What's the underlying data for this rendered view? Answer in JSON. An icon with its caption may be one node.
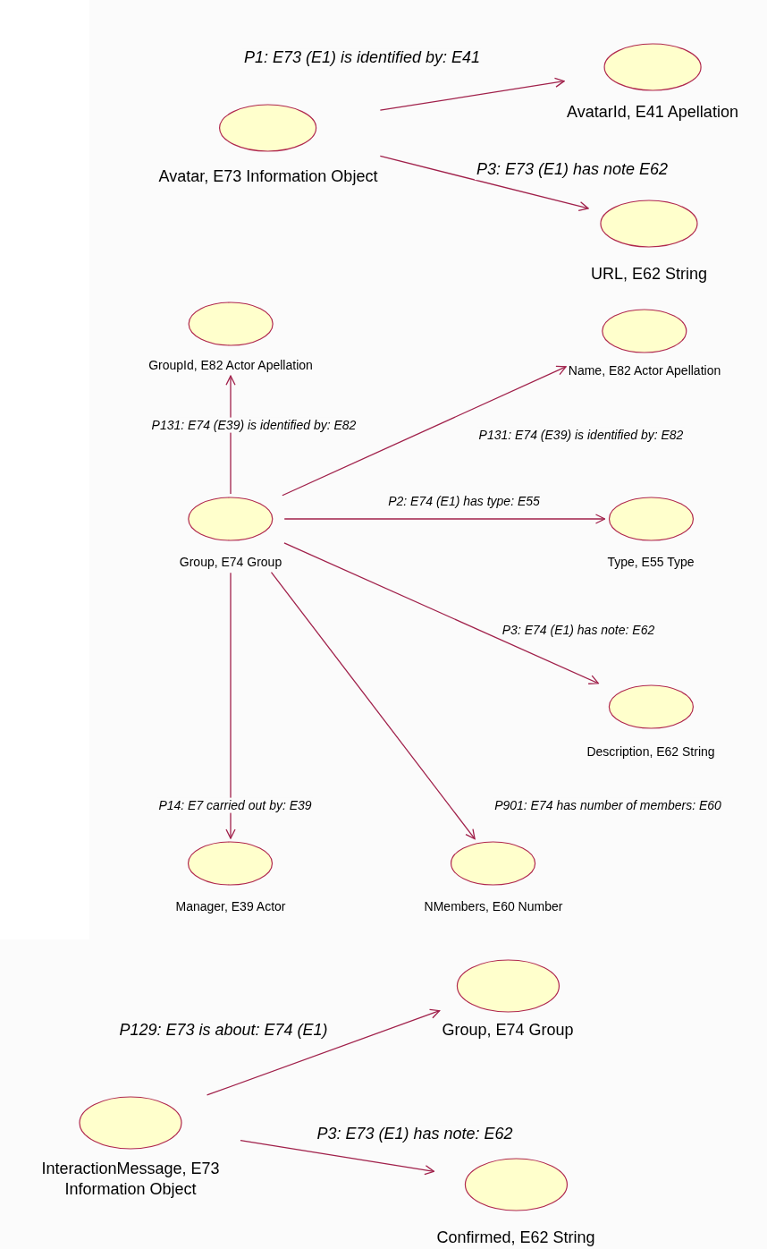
{
  "diagram": {
    "nodes": [
      {
        "text": [
          "Avatar, E73 Information Object"
        ]
      },
      {
        "text": [
          "AvatarId, E41 Apellation"
        ]
      },
      {
        "text": [
          "URL, E62 String"
        ]
      },
      {
        "text": [
          "GroupId, E82 Actor Apellation"
        ]
      },
      {
        "text": [
          "Name, E82 Actor Apellation"
        ]
      },
      {
        "text": [
          "Group, E74 Group"
        ]
      },
      {
        "text": [
          "Type, E55 Type"
        ]
      },
      {
        "text": [
          "Description, E62 String"
        ]
      },
      {
        "text": [
          "Manager, E39 Actor"
        ]
      },
      {
        "text": [
          "NMembers, E60 Number"
        ]
      },
      {
        "text": [
          "Group, E74 Group"
        ]
      },
      {
        "text": [
          "InteractionMessage, E73 Information Object"
        ]
      },
      {
        "text": [
          "Confirmed, E62 String"
        ]
      }
    ],
    "edges": [
      {
        "from": 0,
        "to": 1,
        "arrow": "to",
        "label": "P1: E73 (E1) is identified by: E41"
      },
      {
        "from": 0,
        "to": 2,
        "arrow": "to",
        "label": "P3: E73 (E1) has note E62"
      },
      {
        "from": 5,
        "to": 3,
        "arrow": "to",
        "label": "P131: E74 (E39) is identified by: E82"
      },
      {
        "from": 5,
        "to": 4,
        "arrow": "to",
        "label": "P131: E74 (E39) is identified by: E82"
      },
      {
        "from": 5,
        "to": 6,
        "arrow": "to",
        "label": "P2: E74 (E1) has type: E55"
      },
      {
        "from": 5,
        "to": 7,
        "arrow": "to",
        "label": "P3: E74 (E1) has note: E62"
      },
      {
        "from": 5,
        "to": 8,
        "arrow": "to",
        "label": "P14: E7 carried out by: E39"
      },
      {
        "from": 5,
        "to": 9,
        "arrow": "to",
        "label": "P901: E74 has number of members: E60"
      },
      {
        "from": 11,
        "to": 10,
        "arrow": "to",
        "label": "P129: E73 is about: E74 (E1)"
      },
      {
        "from": 11,
        "to": 12,
        "arrow": "to",
        "label": "P3: E73 (E1) has note: E62"
      }
    ]
  }
}
